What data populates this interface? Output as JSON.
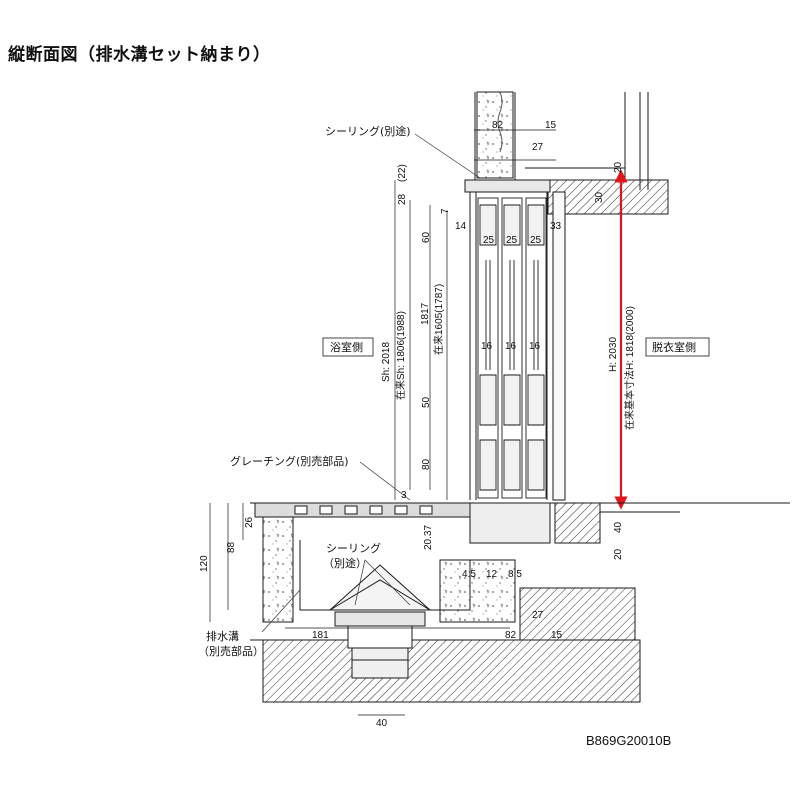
{
  "title": "縦断面図（排水溝セット納まり）",
  "drawing_code": "B869G20010B",
  "labels": {
    "sealing_top": "シーリング(別途)",
    "bathroom_side": "浴室側",
    "dressing_side": "脱衣室側",
    "grating": "グレーチング(別売部品)",
    "sealing_bottom_1": "シーリング",
    "sealing_bottom_2": "（別途）",
    "drain_1": "排水溝",
    "drain_2": "（別売部品）"
  },
  "dims": {
    "d82_top": "82",
    "d15_top": "15",
    "d27_top": "27",
    "d22": "(22)",
    "d28": "28",
    "d7": "7",
    "d20_top": "20",
    "d30": "30",
    "d14": "14",
    "d25a": "25",
    "d25b": "25",
    "d25c": "25",
    "d33": "33",
    "d60": "60",
    "d16a": "16",
    "d16b": "16",
    "d16c": "16",
    "sh": "Sh: 2018",
    "sh_conv": "在来Sh: 1806(1988)",
    "d1817": "1817",
    "conv1605": "在来1605(1787)",
    "h2030": "H: 2030",
    "h_conv": "在来基本寸法H: 1818(2000)",
    "d50": "50",
    "d80": "80",
    "d3": "3",
    "d26": "26",
    "d88": "88",
    "d120": "120",
    "d20_37": "20.37",
    "d4_5": "4.5",
    "d12": "12",
    "d8_5": "8.5",
    "d40_right": "40",
    "d20_right": "20",
    "d27_bottom": "27",
    "d181": "181",
    "d82_bottom": "82",
    "d15_bottom": "15",
    "d40_bottom": "40"
  },
  "colors": {
    "line": "#1a1a1a",
    "height_arrow": "#e0161b",
    "concrete": "#b8b8b8",
    "leader": "#333333"
  }
}
